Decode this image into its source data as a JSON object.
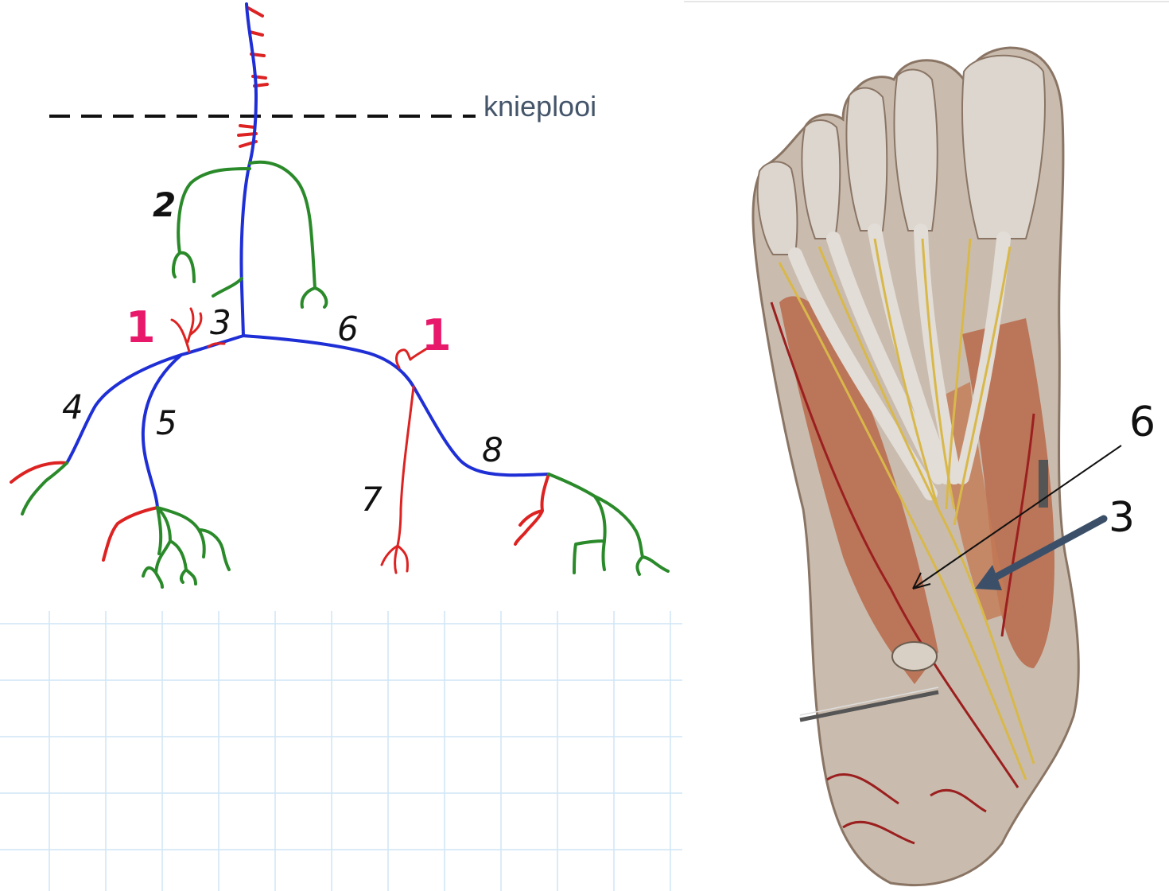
{
  "left_diagram": {
    "fold_label": "knieplooi",
    "labels": {
      "n1_left": "1",
      "n1_right": "1",
      "n2": "2",
      "n3": "3",
      "n4": "4",
      "n5": "5",
      "n6": "6",
      "n7": "7",
      "n8": "8"
    }
  },
  "right_figure": {
    "label_6": "6",
    "label_3": "3"
  },
  "colors": {
    "nerve_blue": "#1f2fd6",
    "branch_red": "#dd2222",
    "branch_green": "#2a8a2a",
    "marker_pink": "#e8186a",
    "grid_line": "#cfe6f5",
    "label_slate": "#44556a",
    "arrow_slate": "#3b5068"
  }
}
